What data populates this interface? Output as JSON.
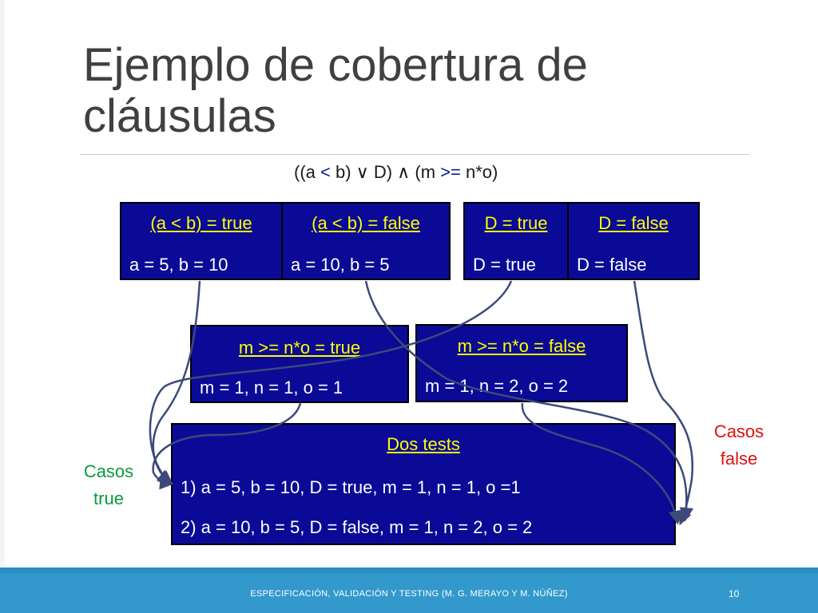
{
  "slide": {
    "title": "Ejemplo de cobertura de cláusulas",
    "formula_parts": [
      "((a ",
      "<",
      " b) ∨ D) ∧ (m ",
      ">=",
      " n*o)"
    ]
  },
  "clause_boxes": [
    {
      "header": "(a < b) = true",
      "value": "a = 5, b = 10"
    },
    {
      "header": "(a < b) = false",
      "value": "a = 10, b = 5"
    },
    {
      "header": "D = true",
      "value": "D = true"
    },
    {
      "header": "D = false",
      "value": "D = false"
    },
    {
      "header": "m >= n*o = true",
      "value": "m = 1, n = 1, o = 1"
    },
    {
      "header": "m >= n*o = false",
      "value": "m = 1, n = 2, o = 2"
    }
  ],
  "tests_box": {
    "header": "Dos tests",
    "lines": [
      "1) a = 5, b = 10, D = true, m = 1, n = 1, o =1",
      "2) a = 10, b = 5, D = false, m = 1, n = 2, o = 2"
    ]
  },
  "labels": {
    "true_cases": [
      "Casos",
      "true"
    ],
    "false_cases": [
      "Casos",
      "false"
    ]
  },
  "footer": {
    "text": "ESPECIFICACIÓN, VALIDACIÓN Y TESTING (M. G. MERAYO Y M. NÚÑEZ)",
    "page": "10"
  },
  "colors": {
    "box_fill": "#0a0a96",
    "header_text": "#ffff00",
    "arrow": "#3b4a7a",
    "true_label": "#0a9a3a",
    "false_label": "#e01010",
    "footer_bar": "#3399cc"
  }
}
